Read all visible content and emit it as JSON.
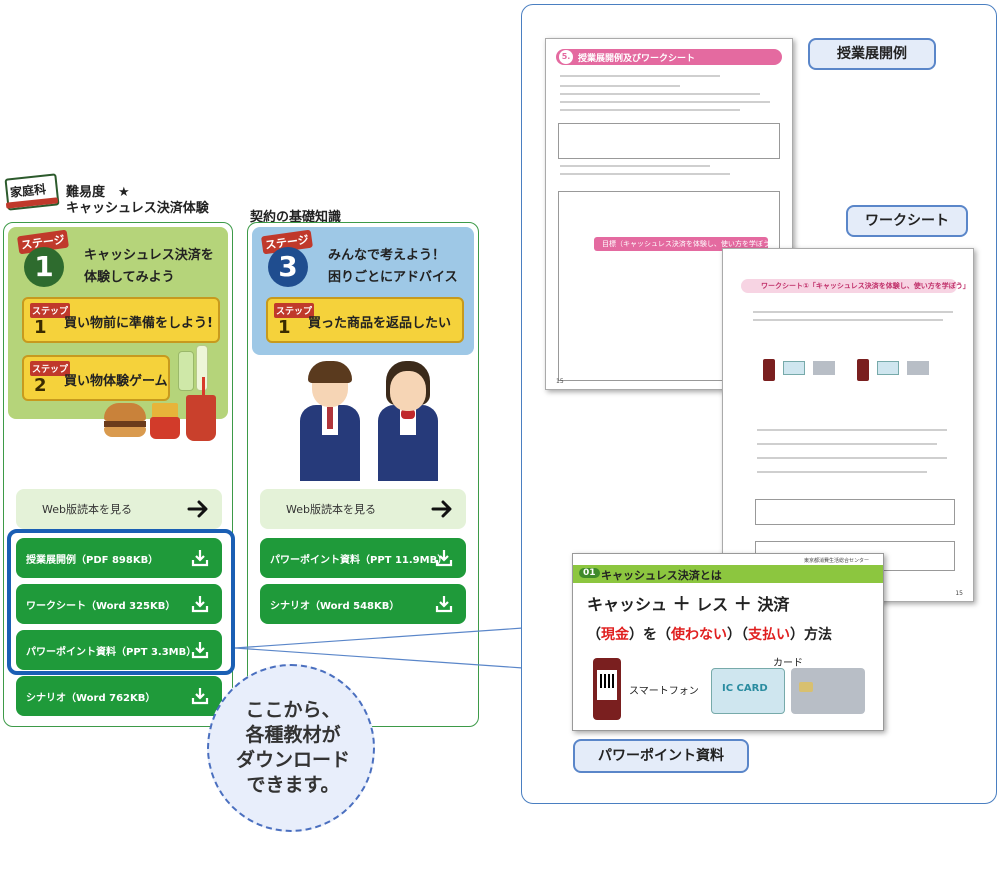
{
  "subject": {
    "label": "家庭科"
  },
  "left": {
    "difficulty": "難易度　★",
    "title": "キャッシュレス決済体験",
    "stage": {
      "tag": "ステージ",
      "number": "1",
      "text": "キャッシュレス決済を体験してみよう"
    },
    "steps": [
      {
        "tag": "ステップ",
        "number": "1",
        "text": "買い物前に準備をしよう!"
      },
      {
        "tag": "ステップ",
        "number": "2",
        "text": "買い物体験ゲーム"
      }
    ],
    "web_button": "Web版読本を見る",
    "downloads": [
      "授業展開例（PDF 898KB）",
      "ワークシート（Word 325KB）",
      "パワーポイント資料（PPT 3.3MB）",
      "シナリオ（Word 762KB）"
    ]
  },
  "right_col": {
    "title": "契約の基礎知識",
    "stage": {
      "tag": "ステージ",
      "number": "3",
      "line1": "みんなで考えよう！",
      "line2": "困りごとにアドバイス"
    },
    "steps": [
      {
        "tag": "ステップ",
        "number": "1",
        "text": "買った商品を返品したい"
      }
    ],
    "web_button": "Web版読本を見る",
    "downloads": [
      "パワーポイント資料（PPT 11.9MB）",
      "シナリオ（Word 548KB）"
    ]
  },
  "callout": {
    "lines": [
      "ここから、",
      "各種教材が",
      "ダウンロード",
      "できます。"
    ]
  },
  "preview": {
    "labels": {
      "lesson": "授業展開例",
      "worksheet": "ワークシート",
      "powerpoint": "パワーポイント資料"
    },
    "doc1": {
      "num": "5.",
      "header": "授業展開例及びワークシート",
      "bar": "目標（キャッシュレス決済を体験し、使い方を学ぼう）",
      "page": "15"
    },
    "doc2": {
      "header": "ワークシート①「キャッシュレス決済を体験し、使い方を学ぼう」",
      "page": "15"
    },
    "slide": {
      "org": "東京都消費生活総合センター",
      "num": "01",
      "heading": "キャッシュレス決済とは",
      "eq": [
        "キャッシュ",
        "＋",
        "レス",
        "＋",
        "決済"
      ],
      "row2": {
        "p1": "（",
        "w1": "現金",
        "p2": "）を（",
        "w2": "使わない",
        "p3": "）（",
        "w3": "支払い",
        "p4": "）方法"
      },
      "phone_label": "スマートフォン",
      "card_label": "カード",
      "ic_card": "IC CARD"
    }
  },
  "colors": {
    "green": "#1f9a3a",
    "stage1": "#b5d47a",
    "stage3": "#9ec8e6",
    "step": "#f5d23b",
    "highlight": "#1a5fb4",
    "pink": "#e46aa0"
  }
}
